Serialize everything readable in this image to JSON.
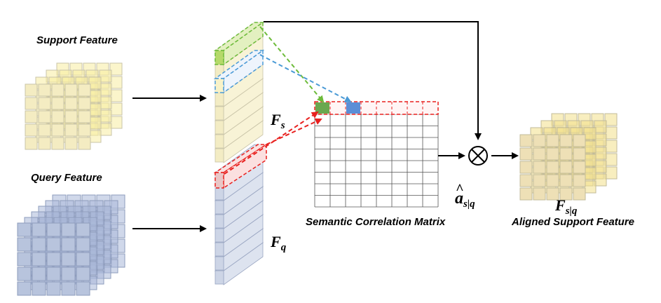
{
  "labels": {
    "support_feature": "Support Feature",
    "query_feature": "Query Feature",
    "semantic_correlation_matrix": "Semantic Correlation Matrix",
    "aligned_support_feature": "Aligned Support Feature"
  },
  "symbols": {
    "fs_main": "F",
    "fs_sub": "s",
    "fq_main": "F",
    "fq_sub": "q",
    "fsq_main": "F",
    "fsq_sub": "s|q",
    "a_main": "a",
    "a_hat": "^",
    "a_sub": "s|q",
    "multiply": "⊗"
  },
  "colors": {
    "support": "#f7eca0",
    "query": "#a9b8d8",
    "green": "#6aa84f",
    "blue": "#5b8ed6",
    "red": "#e8201e",
    "green_dash": "#6dbb3a",
    "blue_dash": "#4a9ad6"
  }
}
